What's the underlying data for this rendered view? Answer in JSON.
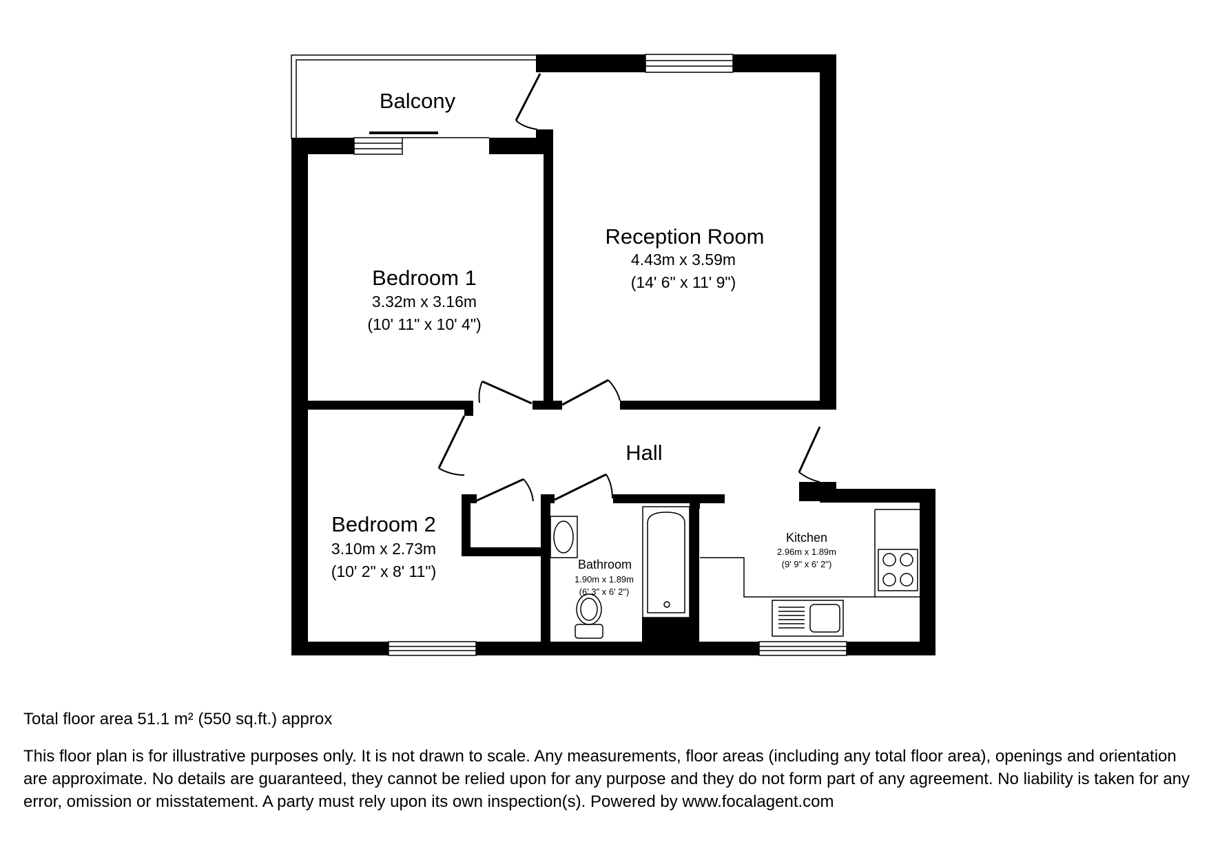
{
  "rooms": {
    "balcony": {
      "name": "Balcony"
    },
    "reception": {
      "name": "Reception Room",
      "metric": "4.43m x 3.59m",
      "imperial": "(14' 6\" x 11' 9\")"
    },
    "bedroom1": {
      "name": "Bedroom 1",
      "metric": "3.32m x 3.16m",
      "imperial": "(10' 11\" x 10' 4\")"
    },
    "hall": {
      "name": "Hall"
    },
    "bedroom2": {
      "name": "Bedroom 2",
      "metric": "3.10m x 2.73m",
      "imperial": "(10' 2\" x 8' 11\")"
    },
    "bathroom": {
      "name": "Bathroom",
      "metric": "1.90m x 1.89m",
      "imperial": "(6' 3\" x 6' 2\")"
    },
    "kitchen": {
      "name": "Kitchen",
      "metric": "2.96m x 1.89m",
      "imperial": "(9' 9\" x 6' 2\")"
    }
  },
  "footer": {
    "total_area": "Total floor area 51.1 m² (550 sq.ft.) approx",
    "disclaimer": "This floor plan is for illustrative purposes only. It is not drawn to scale. Any measurements, floor areas (including any total floor area), openings and orientation are approximate. No details are guaranteed, they cannot be relied upon for any purpose and they do not form part of any agreement. No liability is taken for any error, omission or misstatement. A party must rely upon its own inspection(s). Powered by www.focalagent.com"
  }
}
